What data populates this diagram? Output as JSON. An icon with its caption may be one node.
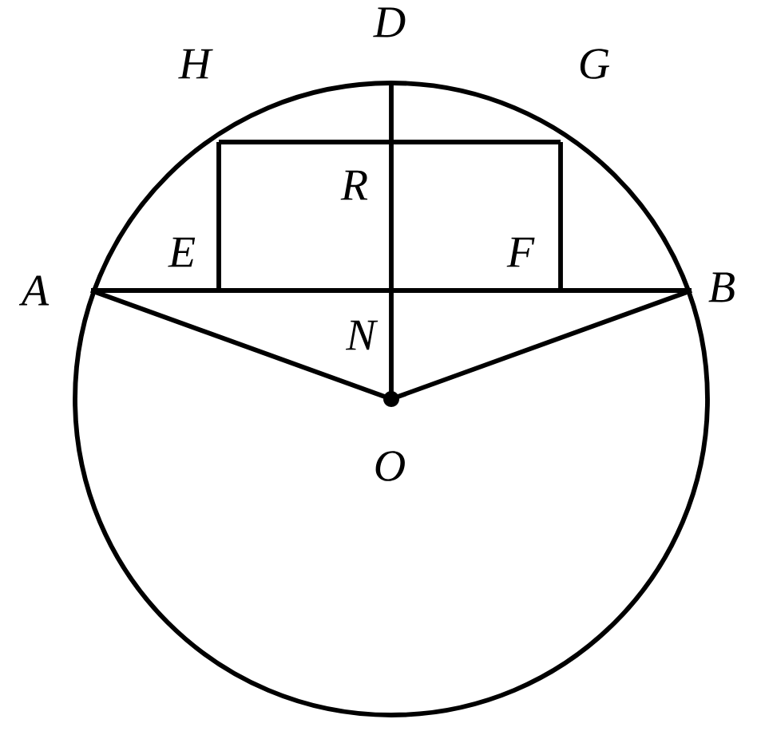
{
  "diagram": {
    "labels": [
      "D",
      "H",
      "G",
      "R",
      "E",
      "F",
      "A",
      "B",
      "N",
      "O"
    ]
  }
}
